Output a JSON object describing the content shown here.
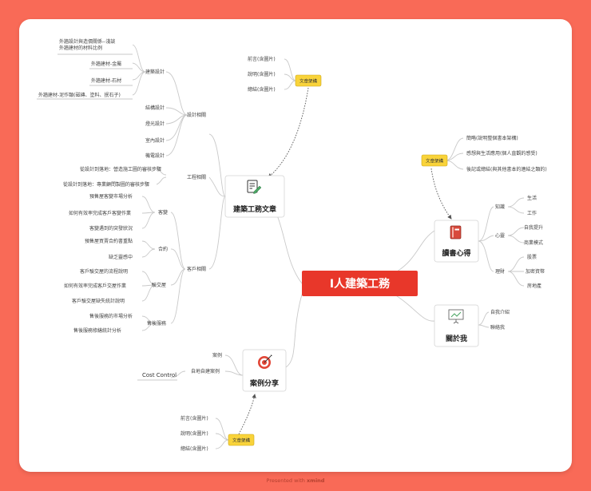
{
  "root": {
    "label": "I人建築工務"
  },
  "hubs": {
    "article": {
      "label": "建築工務文章",
      "icon": "document-edit-icon"
    },
    "reading": {
      "label": "讀書心得",
      "icon": "book-icon"
    },
    "about": {
      "label": "關於我",
      "icon": "presentation-board-icon"
    },
    "cases": {
      "label": "案例分享",
      "icon": "target-icon"
    }
  },
  "tags": {
    "article_structure": "文章架構",
    "reading_structure": "文章架構",
    "cases_structure": "文章架構"
  },
  "article": {
    "structure_items": [
      "前言(含圖片)",
      "說明(含圖片)",
      "總結(含圖片)"
    ],
    "design": {
      "label": "設計相關",
      "architecture": {
        "label": "建築設計",
        "items": [
          "外牆設計與造價關係--淺談外牆建材的材料比例",
          "外牆建材-金屬",
          "外牆建材-石材",
          "外牆建材-泥作類(磁磚、塗料、抿石子)"
        ]
      },
      "others": [
        "結構設計",
        "燈光設計",
        "室內設計",
        "機電設計"
      ]
    },
    "engineering": {
      "label": "工程相關",
      "items": [
        "從設計到落地：營造施工圖的審核步驟",
        "從設計到落地：專業顧問製圖的審核步驟"
      ]
    },
    "client": {
      "label": "客戶相關",
      "groups": [
        {
          "label": "客變",
          "items": [
            "預售屋客變市場分析",
            "如何有效率完成客戶客變作業",
            "客變遇到的突發狀況"
          ]
        },
        {
          "label": "合約",
          "items": [
            "預售屋買賣合約書重點",
            "缺乏靈感中"
          ]
        },
        {
          "label": "驗交屋",
          "items": [
            "客戶驗交屋的流程說明",
            "如何有效率完成客戶交屋作業",
            "客戶驗交屋缺失統計說明"
          ]
        },
        {
          "label": "售後服務",
          "items": [
            "售後服務的市場分析",
            "售後服務修繕統計分析"
          ]
        }
      ]
    }
  },
  "reading": {
    "structure_items": [
      "簡略(說明整個書本架構)",
      "感想與生活應用(個人直觀的感受)",
      "後記或總結(與其他書本的連結之類的)"
    ],
    "knowledge": {
      "label": "知識",
      "items": [
        "生活",
        "工作"
      ]
    },
    "mind": {
      "label": "心靈",
      "items": [
        "自我提升",
        "商業模式"
      ]
    },
    "finance": {
      "label": "理財",
      "items": [
        "股票",
        "加密資幣",
        "房地產"
      ]
    }
  },
  "about": {
    "items": [
      "自我介紹",
      "聯絡我"
    ]
  },
  "cases": {
    "items": [
      "案例",
      "自地自建案例"
    ],
    "subitem": "Cost Control",
    "structure_items": [
      "前言(含圖片)",
      "說明(含圖片)",
      "總結(含圖片)"
    ]
  },
  "footer": {
    "prefix": "Presented with",
    "brand": "xmind"
  },
  "colors": {
    "background": "#f96a57",
    "root_fill": "#e8372a",
    "tag_fill": "#f9d33a",
    "line": "#c9c9c9"
  }
}
